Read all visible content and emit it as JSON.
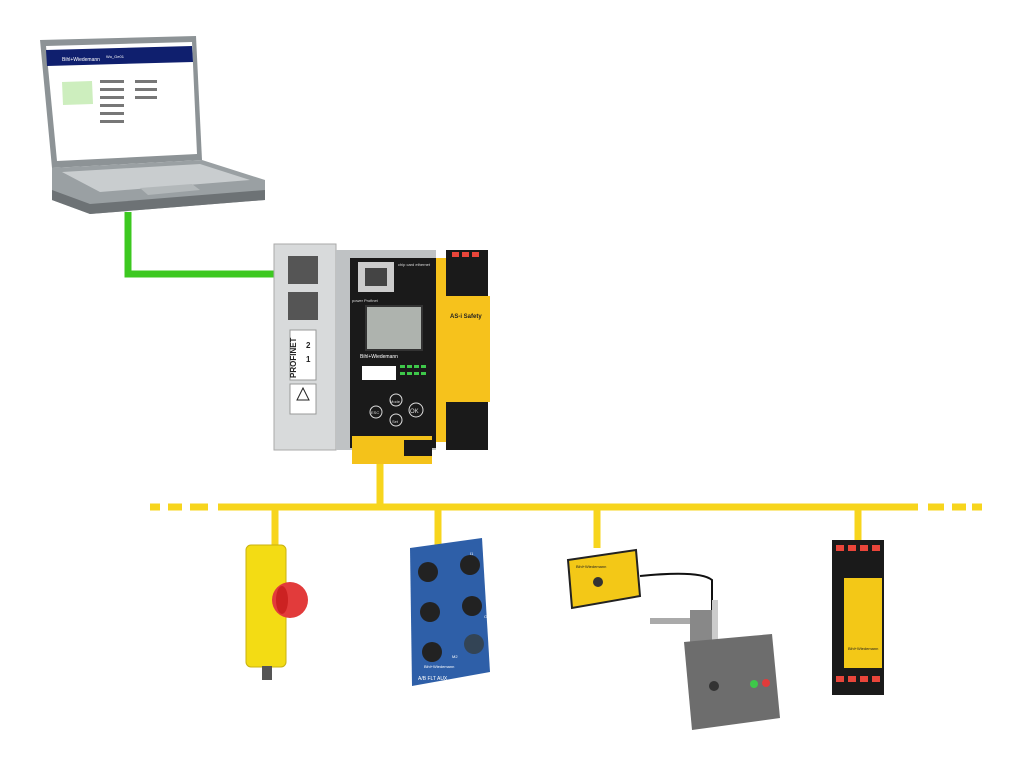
{
  "colors": {
    "ethernet_line": "#3cc820",
    "bus_line": "#f7d51d",
    "gateway_body": "#1a1a1a",
    "safety_yellow": "#f6c21c",
    "module_blue": "#2e5fa8",
    "laptop_header": "#0f1f6e"
  },
  "laptop": {
    "screen_brand": "Bihl+Wiedemann",
    "screen_title": "Wo_Ge01"
  },
  "gateway": {
    "port_label": "PROFINET",
    "port_2": "2",
    "port_1": "1",
    "brand": "Bihl+Wiedemann",
    "safety_label": "AS-i Safety",
    "btn_mode": "Mode",
    "btn_ok": "OK",
    "btn_esc": "ESC",
    "btn_set": "Set",
    "top_label": "chip card ethernet",
    "left_label": "power Profinet"
  },
  "devices": {
    "emergency_stop": {
      "icon": "emergency-stop-icon"
    },
    "io_module": {
      "brand": "Bihl+Wiedemann",
      "leds": "A/B  FLT  AUX",
      "ports": [
        "I1",
        "O1",
        "M2"
      ]
    },
    "sensor": {
      "brand": "Bihl+Wiedemann"
    },
    "door_lock": {
      "icon": "door-lock-icon"
    },
    "safety_relay": {
      "brand": "Bihl+Wiedemann"
    }
  }
}
